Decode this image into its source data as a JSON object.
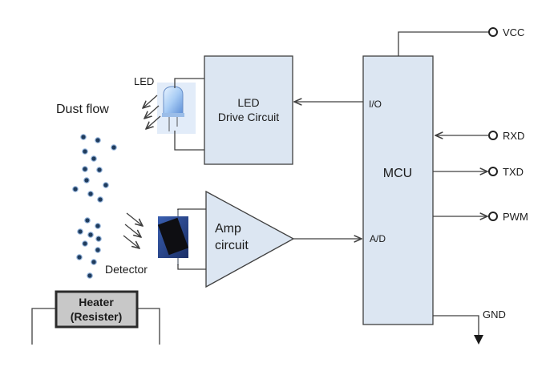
{
  "colors": {
    "block_fill": "#dce6f2",
    "line": "#404040",
    "particle": "#1f3b5c",
    "heater_fill": "#c8c8c8"
  },
  "labels": {
    "led": "LED",
    "dust_flow": "Dust flow",
    "led_drive_line1": "LED",
    "led_drive_line2": "Drive Circuit",
    "io": "I/O",
    "mcu": "MCU",
    "ad": "A/D",
    "amp_line1": "Amp",
    "amp_line2": "circuit",
    "detector": "Detector",
    "heater_line1": "Heater",
    "heater_line2": "(Resister)"
  },
  "pins": {
    "vcc": "VCC",
    "rxd": "RXD",
    "txd": "TXD",
    "pwm": "PWM",
    "gnd": "GND"
  },
  "icons": [
    "led-icon",
    "photodetector-icon",
    "dust-particles",
    "ground-arrow-icon"
  ]
}
